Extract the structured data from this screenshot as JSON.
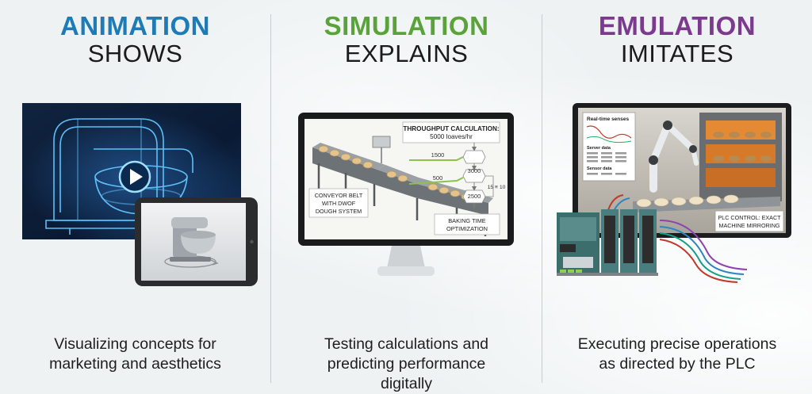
{
  "columns": [
    {
      "title": "ANIMATION",
      "subtitle": "SHOWS",
      "title_color": "#1e7bb5",
      "caption_lines": [
        "Visualizing concepts for",
        "marketing and aesthetics"
      ]
    },
    {
      "title": "SIMULATION",
      "subtitle": "EXPLAINS",
      "title_color": "#5aa33a",
      "caption_lines": [
        "Testing calculations and",
        "predicting performance",
        "digitally"
      ]
    },
    {
      "title": "EMULATION",
      "subtitle": "IMITATES",
      "title_color": "#7c3a8e",
      "caption_lines": [
        "Executing precise operations",
        "as directed by the PLC"
      ]
    }
  ],
  "simulation_screen": {
    "calc_title": "THROUGHPUT CALCULATION:",
    "calc_value": "5000 loaves/hr",
    "conveyor_label": [
      "CONVEYOR BELT",
      "WITH DWOF",
      "DOUGH SYSTEM"
    ],
    "flow_values": [
      "1500",
      "500",
      "3000",
      "2500",
      "15 ≡ 10"
    ],
    "baking_label": [
      "BAKING TIME",
      "OPTIMIZATION"
    ]
  },
  "emulation_screen": {
    "panel_title": "Real-time senses",
    "panel_sections": [
      "Server data",
      "Sensor data"
    ],
    "plc_label": [
      "PLC CONTROL: EXACT",
      "MACHINE MIRRORING"
    ]
  }
}
